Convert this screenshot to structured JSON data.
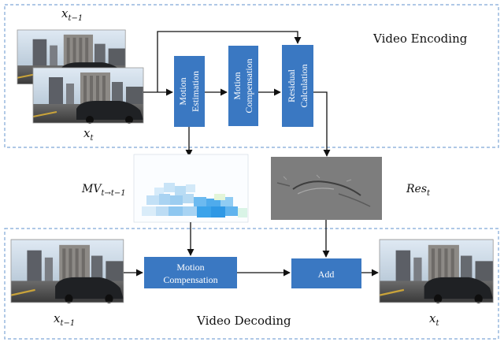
{
  "sections": {
    "encoding": "Video Encoding",
    "decoding": "Video Decoding"
  },
  "blocks": {
    "motion_estimation": [
      "Motion",
      "Estimation"
    ],
    "motion_compensation_enc": [
      "Motion",
      "Compensation"
    ],
    "residual_calculation": [
      "Residual",
      "Calculation"
    ],
    "motion_compensation_dec": [
      "Motion",
      "Compensation"
    ],
    "add": "Add"
  },
  "variables": {
    "x_prev_top": {
      "base": "x",
      "sub": "t−1"
    },
    "x_cur_top": {
      "base": "x",
      "sub": "t"
    },
    "mv": {
      "base": "MV",
      "sub": "t→t−1"
    },
    "res": {
      "base": "Res",
      "sub": "t"
    },
    "x_prev_bottom": {
      "base": "x",
      "sub": "t−1"
    },
    "x_cur_bottom": {
      "base": "x",
      "sub": "t"
    }
  },
  "colors": {
    "block_fill": "#3a78c2",
    "dashed_border": "#7fa6d6",
    "arrow": "#111111"
  }
}
